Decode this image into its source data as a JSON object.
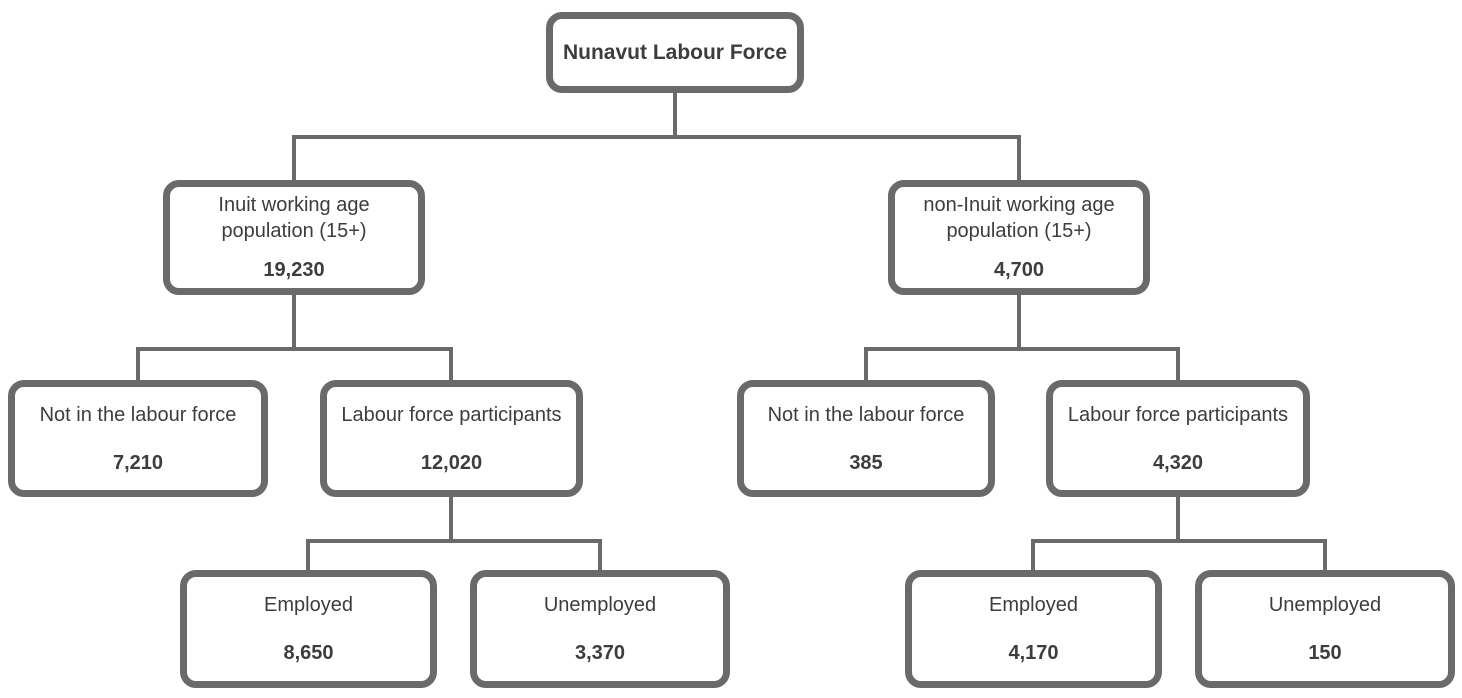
{
  "colors": {
    "border": "#6a6a6a",
    "line": "#6a6a6a",
    "text": "#3d3d3d",
    "background": "#ffffff"
  },
  "nodes": {
    "root": {
      "label": "Nunavut Labour Force"
    },
    "inuit": {
      "label": "Inuit working age population (15+)",
      "value": "19,230"
    },
    "non_inuit": {
      "label": "non-Inuit working age population (15+)",
      "value": "4,700"
    },
    "inuit_not_in_labour_force": {
      "label": "Not in the labour force",
      "value": "7,210"
    },
    "inuit_labour_force_participants": {
      "label": "Labour force participants",
      "value": "12,020"
    },
    "non_inuit_not_in_labour_force": {
      "label": "Not in the labour force",
      "value": "385"
    },
    "non_inuit_labour_force_participants": {
      "label": "Labour force participants",
      "value": "4,320"
    },
    "inuit_employed": {
      "label": "Employed",
      "value": "8,650"
    },
    "inuit_unemployed": {
      "label": "Unemployed",
      "value": "3,370"
    },
    "non_inuit_employed": {
      "label": "Employed",
      "value": "4,170"
    },
    "non_inuit_unemployed": {
      "label": "Unemployed",
      "value": "150"
    }
  },
  "edges": [
    {
      "from": "root",
      "to": "inuit"
    },
    {
      "from": "root",
      "to": "non_inuit"
    },
    {
      "from": "inuit",
      "to": "inuit_not_in_labour_force"
    },
    {
      "from": "inuit",
      "to": "inuit_labour_force_participants"
    },
    {
      "from": "non_inuit",
      "to": "non_inuit_not_in_labour_force"
    },
    {
      "from": "non_inuit",
      "to": "non_inuit_labour_force_participants"
    },
    {
      "from": "inuit_labour_force_participants",
      "to": "inuit_employed"
    },
    {
      "from": "inuit_labour_force_participants",
      "to": "inuit_unemployed"
    },
    {
      "from": "non_inuit_labour_force_participants",
      "to": "non_inuit_employed"
    },
    {
      "from": "non_inuit_labour_force_participants",
      "to": "non_inuit_unemployed"
    }
  ]
}
